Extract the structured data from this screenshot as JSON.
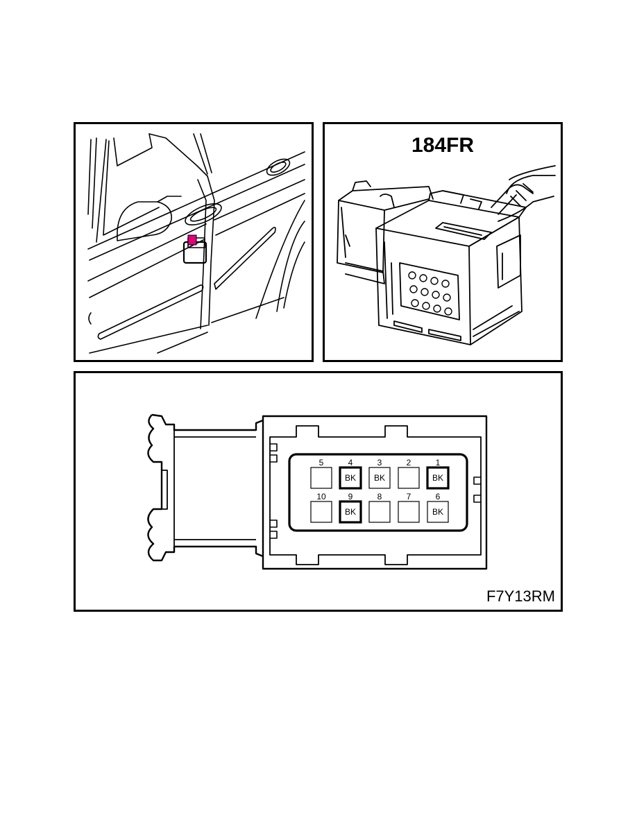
{
  "connector": {
    "name": "184FR",
    "figure_id": "F7Y13RM"
  },
  "locator": {
    "highlight_color": "#e0007a"
  },
  "pins": [
    {
      "number": "5",
      "wire": ""
    },
    {
      "number": "4",
      "wire": "BK"
    },
    {
      "number": "3",
      "wire": "BK"
    },
    {
      "number": "2",
      "wire": ""
    },
    {
      "number": "1",
      "wire": "BK"
    },
    {
      "number": "10",
      "wire": ""
    },
    {
      "number": "9",
      "wire": "BK"
    },
    {
      "number": "8",
      "wire": ""
    },
    {
      "number": "7",
      "wire": ""
    },
    {
      "number": "6",
      "wire": "BK"
    }
  ]
}
